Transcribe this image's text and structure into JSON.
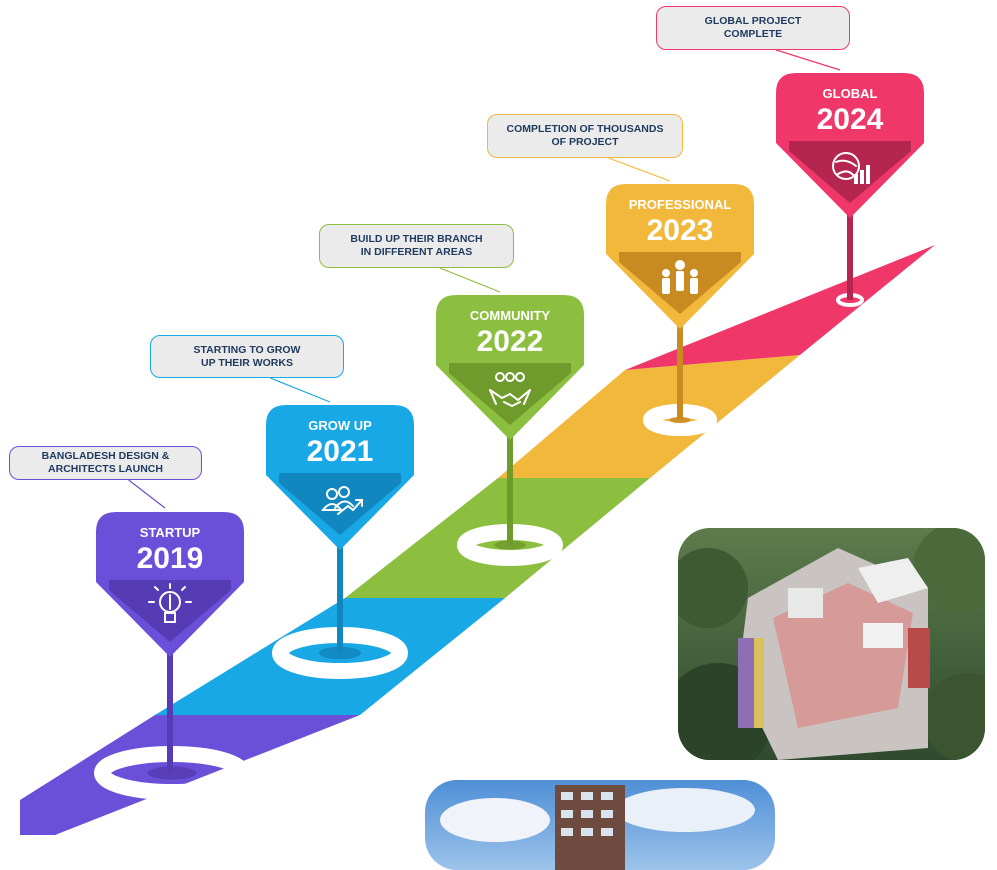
{
  "milestones": [
    {
      "title": "STARTUP",
      "year": "2019",
      "note": [
        "BANGLADESH DESIGN &",
        "ARCHITECTS LAUNCH"
      ],
      "color": "#6a4fd8",
      "dark": "#553bb4",
      "icon": "lightbulb-icon"
    },
    {
      "title": "GROW UP",
      "year": "2021",
      "note": [
        "STARTING TO GROW",
        "UP THEIR WORKS"
      ],
      "color": "#19a8e6",
      "dark": "#1286be",
      "icon": "growth-people-icon"
    },
    {
      "title": "COMMUNITY",
      "year": "2022",
      "note": [
        "BUILD UP THEIR BRANCH",
        "IN DIFFERENT AREAS"
      ],
      "color": "#8cbf3f",
      "dark": "#6f9b2d",
      "icon": "handshake-icon"
    },
    {
      "title": "PROFESSIONAL",
      "year": "2023",
      "note": [
        "COMPLETION OF THOUSANDS",
        "OF PROJECT"
      ],
      "color": "#f2b83c",
      "dark": "#c98a22",
      "icon": "team-icon"
    },
    {
      "title": "GLOBAL",
      "year": "2024",
      "note": [
        "GLOBAL PROJECT",
        "COMPLETE"
      ],
      "color": "#f0376a",
      "dark": "#b42550",
      "icon": "globe-chart-icon"
    }
  ],
  "colors": {
    "callout_bg": "#ebebeb",
    "callout_text": "#1f3a5f"
  }
}
